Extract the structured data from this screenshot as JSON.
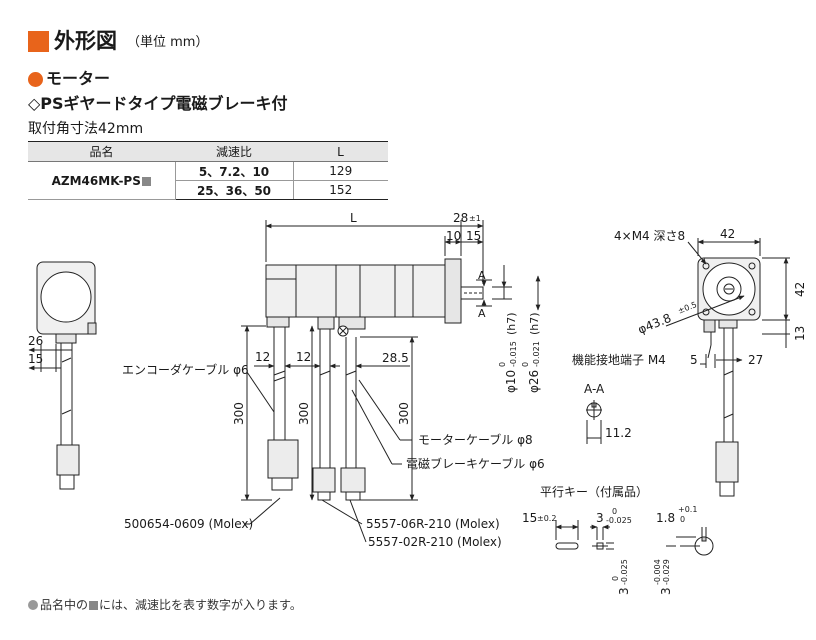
{
  "heading": {
    "title": "外形図",
    "unit": "（単位 mm）"
  },
  "section": {
    "name": "モーター",
    "type": "◇PSギヤードタイプ電磁ブレーキ付",
    "mount": "取付角寸法42mm"
  },
  "spec_table": {
    "headers": [
      "品名",
      "減速比",
      "L"
    ],
    "model": "AZM46MK-PS",
    "rows": [
      {
        "ratio": "5、7.2、10",
        "L": "129"
      },
      {
        "ratio": "25、36、50",
        "L": "152"
      }
    ]
  },
  "drawing": {
    "dims": {
      "L": "L",
      "d28": "28",
      "d28_tol": "±1",
      "d10": "10",
      "d15": "15",
      "A": "A",
      "d42": "42",
      "d42_side": "42",
      "d13": "13",
      "d27": "27",
      "d5": "5",
      "d26": "26",
      "d15_left": "15",
      "d12a": "12",
      "d12b": "12",
      "d28_5": "28.5",
      "d300a": "300",
      "d300b": "300",
      "d300c": "300",
      "d11_2": "11.2",
      "M4": "4×M4 深さ8",
      "pcd": "φ43.8",
      "pcd_tol": "±0.5",
      "shaft10": "φ10",
      "shaft10_tol_hi": "0",
      "shaft10_tol_lo": "-0.015",
      "shaft10_fit": "(h7)",
      "pilot26": "φ26",
      "pilot26_tol_hi": "0",
      "pilot26_tol_lo": "-0.021",
      "pilot26_fit": "(h7)",
      "ground": "機能接地端子 M4",
      "section_aa": "A-A"
    },
    "labels": {
      "encoder_cable": "エンコーダケーブル φ6",
      "motor_cable": "モーターケーブル φ8",
      "brake_cable": "電磁ブレーキケーブル φ6",
      "connector1": "500654-0609 (Molex)",
      "connector2": "5557-06R-210 (Molex)",
      "connector3": "5557-02R-210 (Molex)"
    },
    "key": {
      "title": "平行キー（付属品）",
      "len": "15",
      "len_tol": "±0.2",
      "width": "3",
      "width_tol_hi": "0",
      "width_tol_lo": "-0.025",
      "depth": "1.8",
      "depth_tol_hi": "+0.1",
      "depth_tol_lo": "0",
      "w2": "3",
      "w2_tol_hi": "0",
      "w2_tol_lo": "-0.025",
      "w3": "3",
      "w3_tol_hi": "-0.004",
      "w3_tol_lo": "-0.029"
    }
  },
  "footnote": {
    "before": "品名中の",
    "after": "には、減速比を表す数字が入ります。"
  },
  "colors": {
    "accent": "#e8641b",
    "line": "#222222",
    "body": "#f0f0f0"
  }
}
